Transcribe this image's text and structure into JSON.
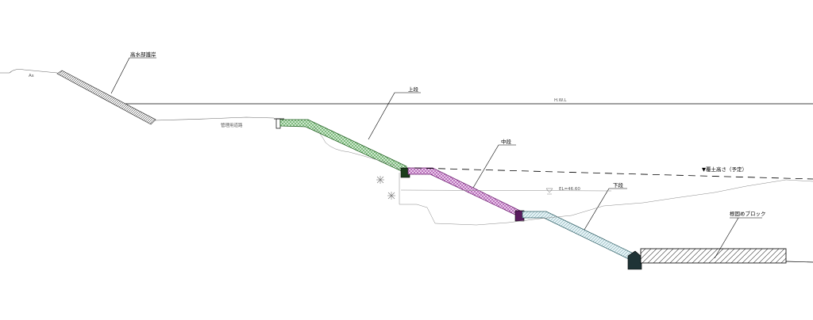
{
  "labels": {
    "high_water_revetment": "高水部護岸",
    "upper_tier": "上段",
    "middle_tier": "中段",
    "lower_tier": "下段",
    "hwl": "H.W.L",
    "fill_height": "▼覆土高さ（予定）",
    "elevation": "EL=46.60",
    "foot_block": "根固めブロック",
    "management_road": "管理用道路",
    "left_mark": "As"
  },
  "colors": {
    "upper_fill": "#cfe8cf",
    "upper_hatch": "#2e8b2e",
    "middle_fill": "#e9c9ea",
    "middle_hatch": "#8a1f8e",
    "lower_fill": "#d7ecf0",
    "lower_hatch": "#3a6f78",
    "line": "#000000",
    "ground": "#777777"
  }
}
